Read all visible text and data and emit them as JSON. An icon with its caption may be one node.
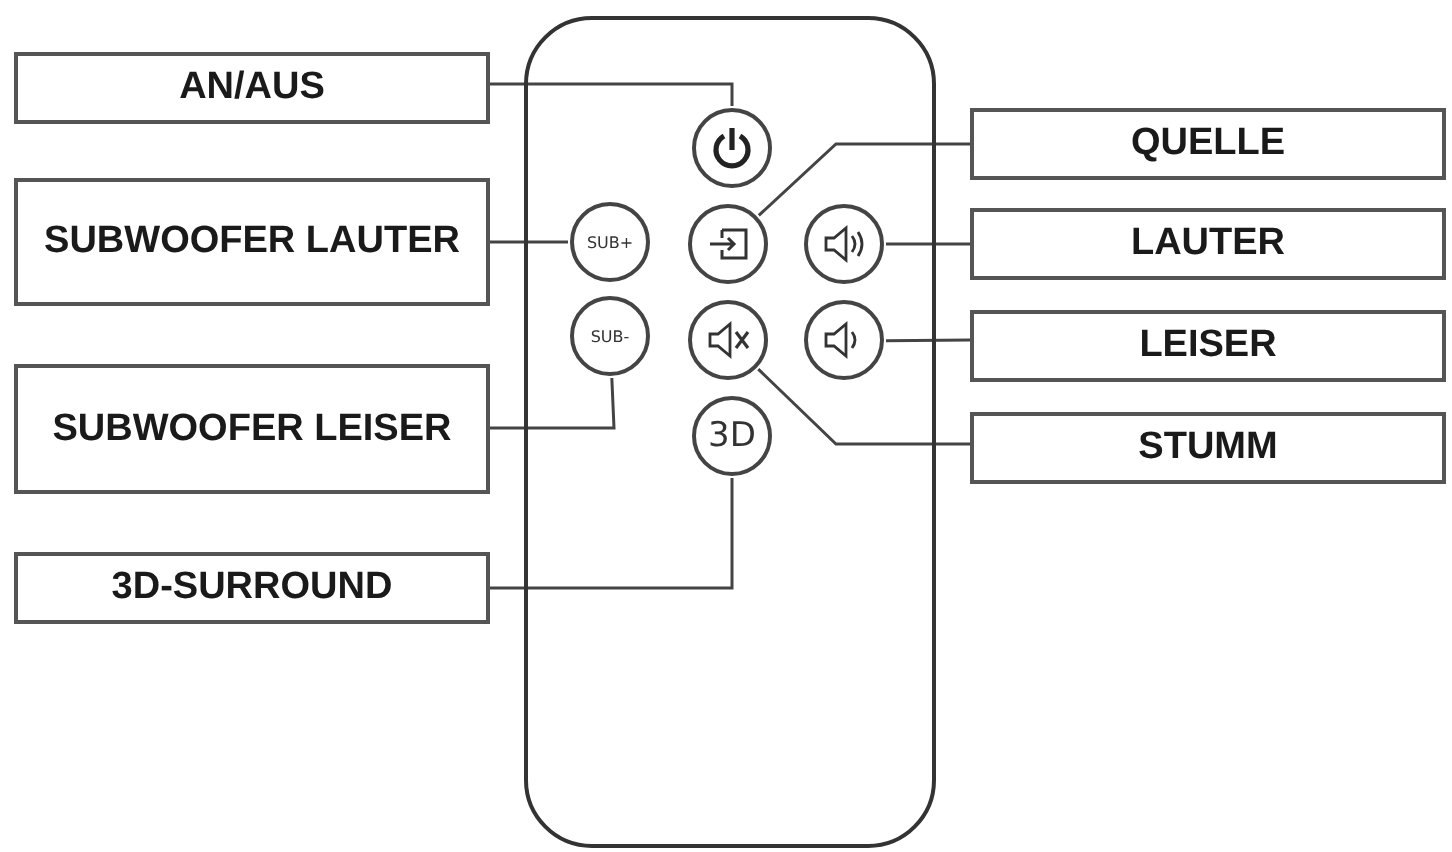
{
  "diagram": {
    "nodes": [
      {
        "text": [
          "AN/AUS"
        ]
      },
      {
        "text": [],
        "shape": "box"
      },
      {
        "text": [],
        "shape": "circle",
        "in": 1
      },
      {
        "text": [
          "QUELLE"
        ]
      },
      {
        "text": [
          "SUBWOOFER LAUTER"
        ]
      },
      {
        "text": [
          "SUB+"
        ],
        "in": 1
      },
      {
        "text": [],
        "shape": "circle",
        "in": 1
      },
      {
        "text": [],
        "shape": "circle",
        "in": 1
      },
      {
        "text": [
          "LAUTER"
        ]
      },
      {
        "text": [
          "SUB-"
        ],
        "in": 1
      },
      {
        "text": [],
        "shape": "circle",
        "in": 1
      },
      {
        "text": [],
        "shape": "circle",
        "in": 1
      },
      {
        "text": [
          "LEISER"
        ]
      },
      {
        "text": [
          "SUBWOOFER LEISER"
        ]
      },
      {
        "text": [
          "3D"
        ],
        "in": 1
      },
      {
        "text": [
          "STUMM"
        ]
      },
      {
        "text": [
          "3D-SURROUND"
        ]
      }
    ],
    "edges": [
      {
        "from": 0,
        "to": 2,
        "arrow": "none"
      },
      {
        "from": 3,
        "to": 6,
        "arrow": "none"
      },
      {
        "from": 4,
        "to": 5,
        "arrow": "none"
      },
      {
        "from": 8,
        "to": 7,
        "arrow": "none"
      },
      {
        "from": 12,
        "to": 11,
        "arrow": "none"
      },
      {
        "from": 13,
        "to": 9,
        "arrow": "none"
      },
      {
        "from": 15,
        "to": 10,
        "arrow": "none"
      },
      {
        "from": 16,
        "to": 14,
        "arrow": "none"
      }
    ]
  }
}
